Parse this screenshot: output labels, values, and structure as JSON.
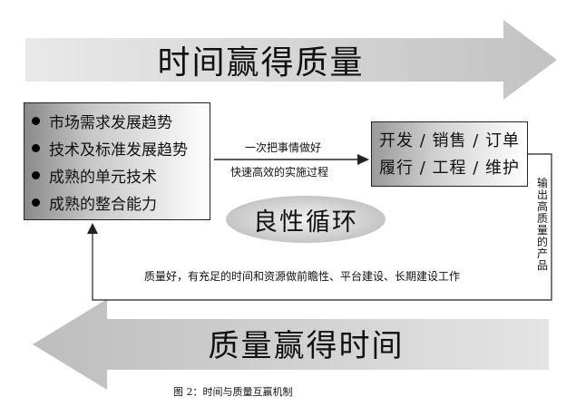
{
  "top_banner": {
    "text": "时间赢得质量"
  },
  "bottom_banner": {
    "text": "质量赢得时间"
  },
  "inputs": {
    "items": [
      "市场需求发展趋势",
      "技术及标准发展趋势",
      "成熟的单元技术",
      "成熟的整合能力"
    ]
  },
  "process": {
    "line1": "一次把事情做好",
    "line2": "快速高效的实施过程"
  },
  "outputs": {
    "line1": "开发 / 销售 / 订单",
    "line2": "履行 / 工程 / 维护"
  },
  "cycle": {
    "label": "良性循环"
  },
  "output_label": "输出高质量的产品",
  "feedback": "质量好，有充足的时间和资源做前瞻性、平台建设、长期建设工作",
  "caption": "图 2：时间与质量互赢机制",
  "colors": {
    "arrow_fill": "#d2d2d2",
    "ellipse_fill": "#c9c9c9",
    "line": "#222222"
  }
}
